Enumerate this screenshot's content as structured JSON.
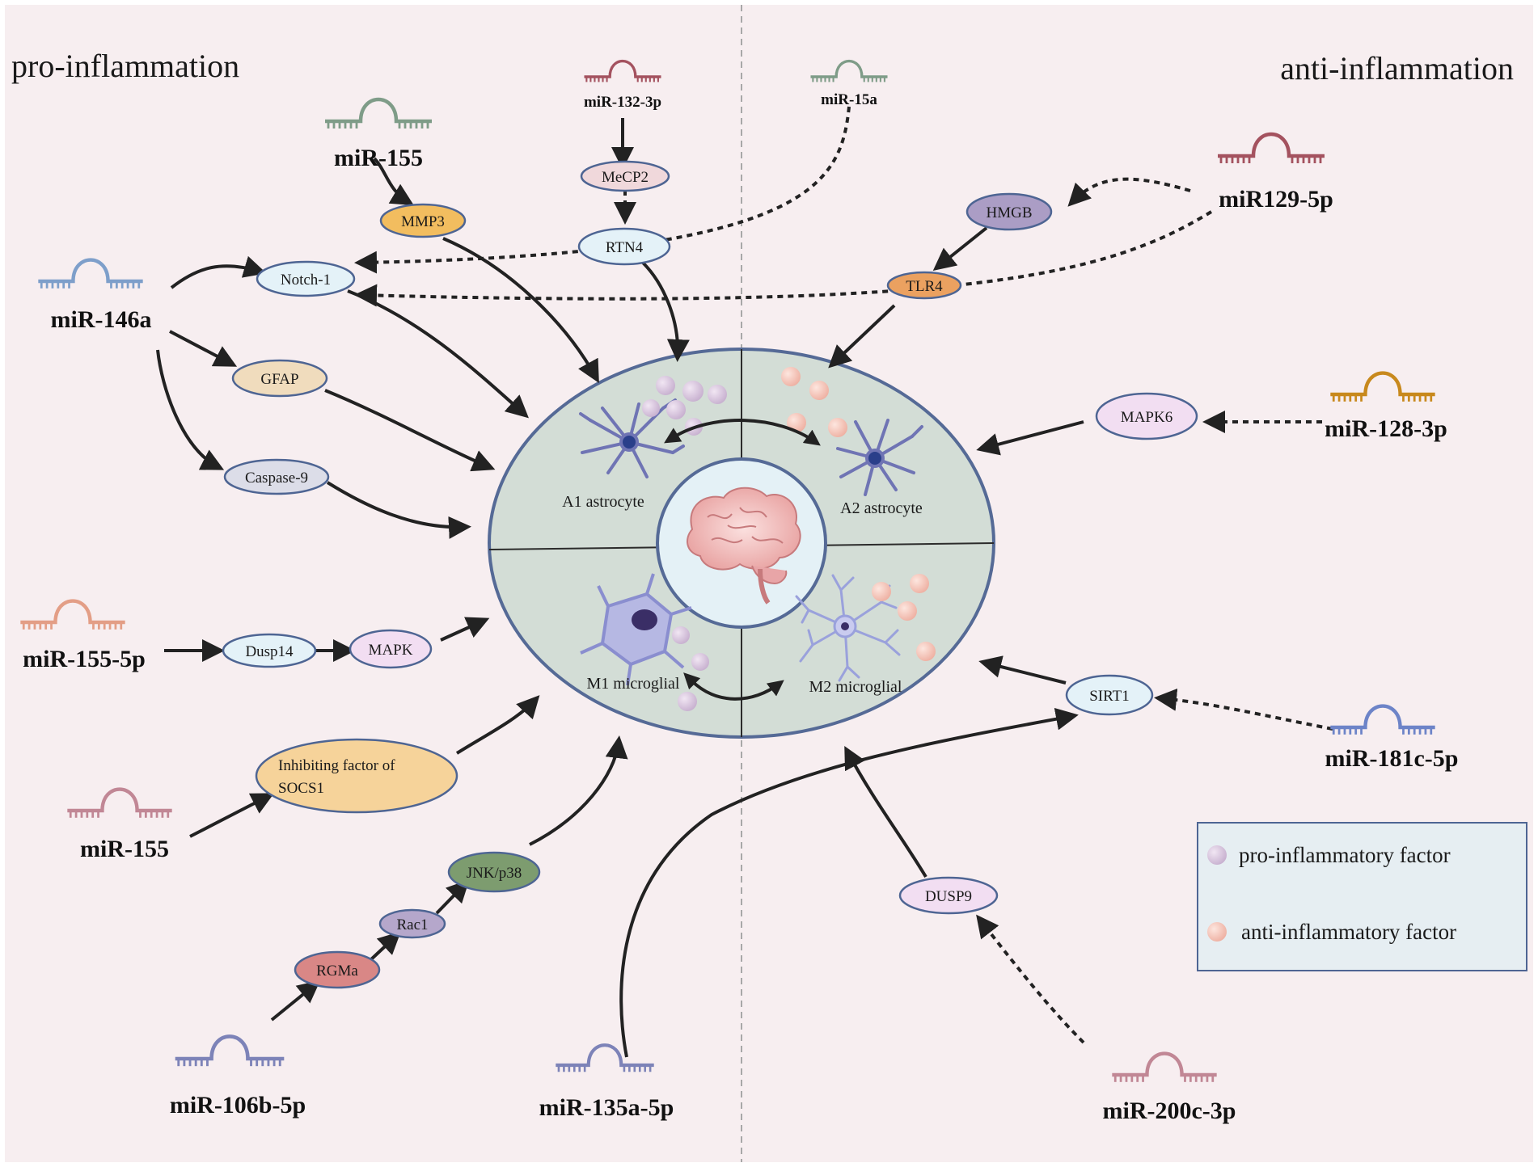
{
  "sides": {
    "left": "pro-inflammation",
    "right": "anti-inflammation"
  },
  "center": {
    "quadrants": {
      "a1": "A1 astrocyte",
      "a2": "A2 astrocyte",
      "m1": "M1 microglial",
      "m2": "M2 microglial"
    }
  },
  "mirnas": {
    "mir155_top": "miR-155",
    "mir132": "miR-132-3p",
    "mir15a": "miR-15a",
    "mir129": "miR129-5p",
    "mir146a": "miR-146a",
    "mir128": "miR-128-3p",
    "mir155_5p": "miR-155-5p",
    "mir181c": "miR-181c-5p",
    "mir155_bottom": "miR-155",
    "mir106b": "miR-106b-5p",
    "mir135a": "miR-135a-5p",
    "mir200c": "miR-200c-3p"
  },
  "nodes": {
    "mmp3": "MMP3",
    "mecp2": "MeCP2",
    "rtn4": "RTN4",
    "notch1": "Notch-1",
    "hmgb": "HMGB",
    "tlr4": "TLR4",
    "gfap": "GFAP",
    "caspase9": "Caspase-9",
    "mapk6": "MAPK6",
    "dusp14": "Dusp14",
    "mapk": "MAPK",
    "sirt1": "SIRT1",
    "socs1_line1": "Inhibiting factor of",
    "socs1_line2": "SOCS1",
    "jnk": "JNK/p38",
    "rac1": "Rac1",
    "rgma": "RGMa",
    "dusp9": "DUSP9"
  },
  "legend": {
    "pro": "pro-inflammatory factor",
    "anti": "anti-inflammatory factor"
  },
  "colors": {
    "background": "#f7eef0",
    "circle_fill": "#d3ddd6",
    "circle_stroke": "#556a96",
    "pro_factor": "#d6c2dc",
    "anti_factor": "#f3c3b8"
  }
}
